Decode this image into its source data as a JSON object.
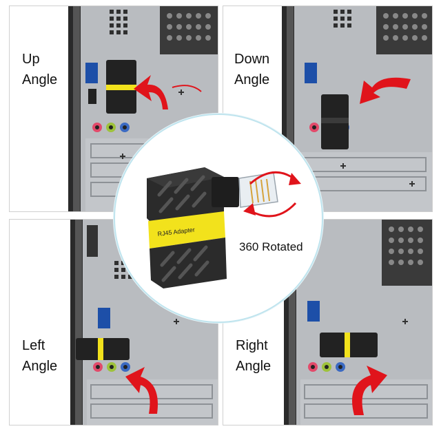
{
  "panels": {
    "up": {
      "line1": "Up",
      "line2": "Angle"
    },
    "down": {
      "line1": "Down",
      "line2": "Angle"
    },
    "left": {
      "line1": "Left",
      "line2": "Angle"
    },
    "right": {
      "line1": "Right",
      "line2": "Angle"
    }
  },
  "center": {
    "adapter_label": "RJ45 Adapter",
    "rotation_label": "360 Rotated"
  },
  "colors": {
    "arrow": "#e0141b",
    "case_metal": "#b9bcc0",
    "adapter_body": "#2b2b2b",
    "adapter_band": "#f2e21c"
  }
}
